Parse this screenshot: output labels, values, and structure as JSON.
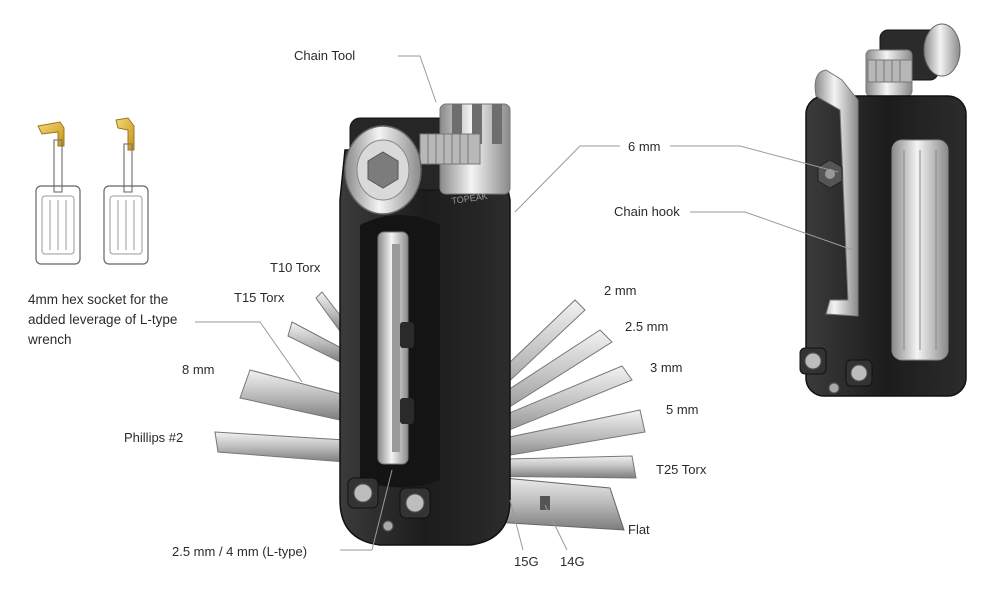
{
  "colors": {
    "body": "#1f1f1f",
    "body_edge": "#3a3a3a",
    "steel": "#c9c9c9",
    "steel_dark": "#8c8c8c",
    "brass": "#e2b93b",
    "leader": "#9a9a9a",
    "text": "#2b2b2b"
  },
  "labels": {
    "chain_tool": "Chain Tool",
    "six_mm": "6 mm",
    "chain_hook": "Chain hook",
    "t10_torx": "T10 Torx",
    "t15_torx": "T15 Torx",
    "hex_socket": "4mm hex socket for the added leverage of L-type wrench",
    "eight_mm": "8 mm",
    "phillips": "Phillips #2",
    "two_mm": "2 mm",
    "two_five_mm": "2.5 mm",
    "three_mm": "3 mm",
    "five_mm": "5 mm",
    "t25_torx": "T25 Torx",
    "flat": "Flat",
    "l_type": "2.5 mm / 4 mm (L-type)",
    "g15": "15G",
    "g14": "14G"
  },
  "branding": {
    "logo_text": "TOPEAK"
  }
}
